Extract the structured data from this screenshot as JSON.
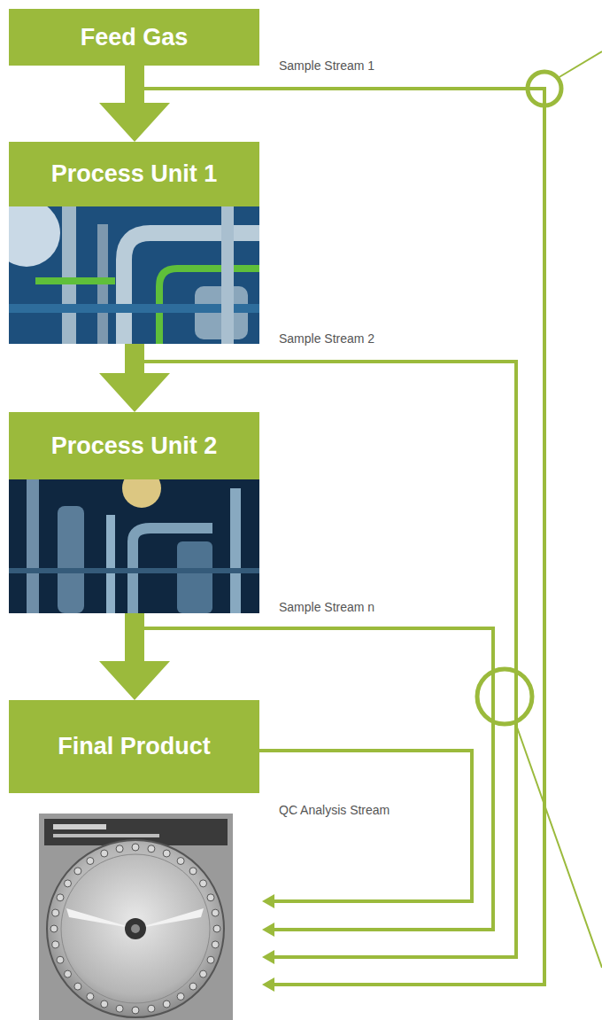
{
  "diagram": {
    "nodes": [
      {
        "text": [
          "Feed Gas"
        ]
      },
      {
        "text": [
          "Process Unit 1"
        ]
      },
      {
        "text": [
          "Process Unit 2"
        ]
      },
      {
        "text": [
          "Final Product"
        ]
      }
    ],
    "edges": [
      {
        "from": 0,
        "to": 1,
        "arrow": "to"
      },
      {
        "from": 1,
        "to": 2,
        "arrow": "to"
      },
      {
        "from": 2,
        "to": 3,
        "arrow": "to"
      }
    ],
    "labels": [
      "Sample Stream 1",
      "Sample Stream 2",
      "Sample Stream n",
      "QC Analysis Stream"
    ]
  }
}
